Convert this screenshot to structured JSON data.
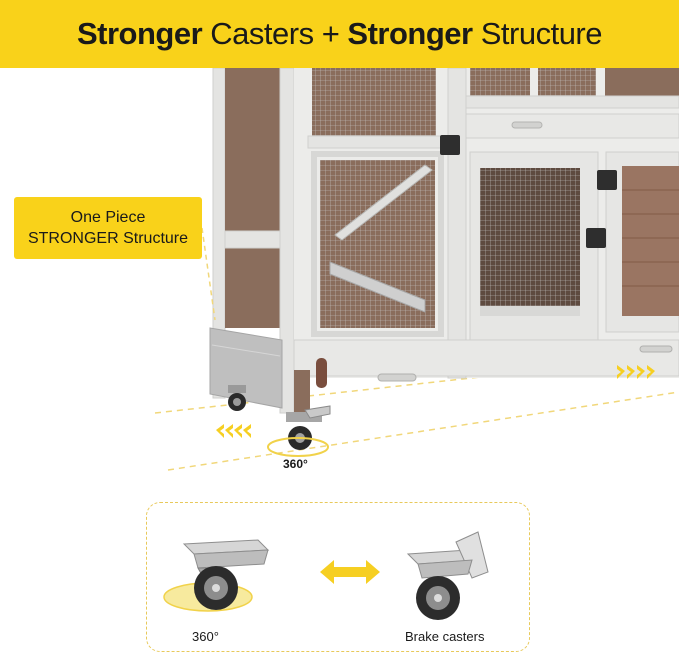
{
  "banner": {
    "part1_bold": "Stronger",
    "part2": " Casters + ",
    "part3_bold": "Stronger",
    "part4": " Structure"
  },
  "callout": {
    "line1": "One Piece",
    "line2": "STRONGER Structure"
  },
  "main_rotation_label": "360°",
  "bottom": {
    "left_label": "360°",
    "right_label": "Brake casters"
  },
  "colors": {
    "accent_yellow": "#f9d21a",
    "wood_gray": "#e4e4e2",
    "panel_brown": "#8a6d5c"
  }
}
